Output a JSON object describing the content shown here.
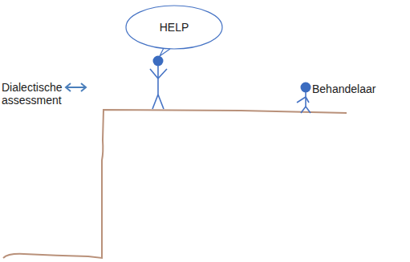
{
  "diagram": {
    "nodes": [
      {
        "text": [
          "HELP"
        ]
      }
    ],
    "labels": [
      "Dialectische assessment",
      "Behandelaar"
    ]
  }
}
